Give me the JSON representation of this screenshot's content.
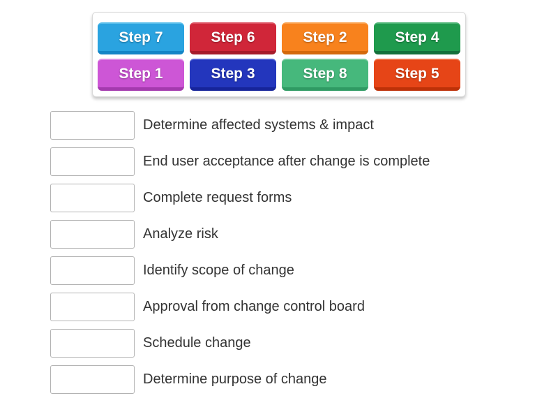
{
  "page": {
    "background": "#ffffff",
    "text_color": "#333333"
  },
  "tray": {
    "steps": [
      {
        "label": "Step 7",
        "color": "#2aa3e0",
        "light": "#5ec0ec",
        "dark": "#1485c6"
      },
      {
        "label": "Step 6",
        "color": "#d02639",
        "light": "#dd5363",
        "dark": "#a61b2b"
      },
      {
        "label": "Step 2",
        "color": "#f8821d",
        "light": "#faa352",
        "dark": "#d4690a"
      },
      {
        "label": "Step 4",
        "color": "#1f9a4d",
        "light": "#4fb677",
        "dark": "#14703a"
      },
      {
        "label": "Step 1",
        "color": "#cd56d6",
        "light": "#df8ee6",
        "dark": "#a43aae"
      },
      {
        "label": "Step 3",
        "color": "#2336bd",
        "light": "#4a5cd2",
        "dark": "#16249a"
      },
      {
        "label": "Step 8",
        "color": "#46b87c",
        "light": "#74cb9d",
        "dark": "#2f9a63"
      },
      {
        "label": "Step 5",
        "color": "#e64517",
        "light": "#f07045",
        "dark": "#bd3108"
      }
    ]
  },
  "match_list": {
    "items": [
      {
        "text": "Determine affected systems & impact"
      },
      {
        "text": "End user acceptance after change is complete"
      },
      {
        "text": "Complete request forms"
      },
      {
        "text": "Analyze risk"
      },
      {
        "text": "Identify scope of change"
      },
      {
        "text": "Approval from change control board"
      },
      {
        "text": "Schedule change"
      },
      {
        "text": "Determine purpose of change"
      }
    ]
  }
}
